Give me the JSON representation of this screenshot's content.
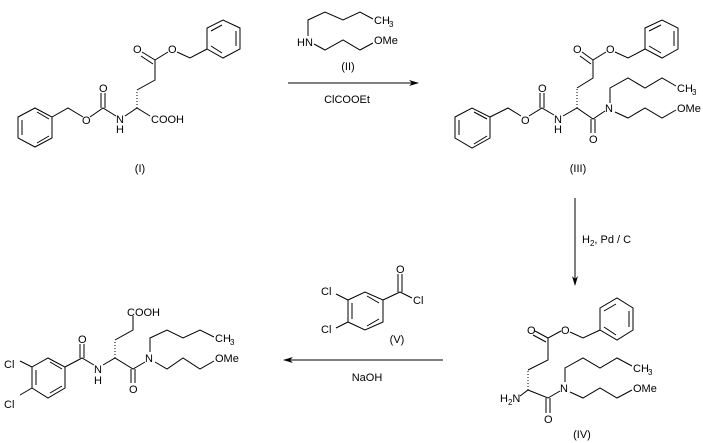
{
  "compounds": {
    "I": {
      "label": "(I)",
      "atoms": {
        "o1": "O",
        "o2": "O",
        "o3": "O",
        "n": "N",
        "h": "H",
        "cooh": "COOH"
      }
    },
    "II": {
      "label": "(II)",
      "atoms": {
        "hn": "HN",
        "ch3": "CH",
        "sub3": "3",
        "ome": "OMe"
      }
    },
    "III": {
      "label": "(III)",
      "atoms": {
        "o1": "O",
        "o2": "O",
        "o3": "O",
        "o4": "O",
        "n": "N",
        "h": "H",
        "n2": "N",
        "ch3": "CH",
        "sub3": "3",
        "ome": "OMe"
      }
    },
    "IV": {
      "label": "(IV)",
      "atoms": {
        "h2n_h": "H",
        "h2n_sub": "2",
        "h2n_n": "N",
        "o1": "O",
        "o2": "O",
        "o4": "O",
        "n2": "N",
        "ch3": "CH",
        "sub3": "3",
        "ome": "OMe"
      }
    },
    "V": {
      "label": "(V)",
      "atoms": {
        "cl1": "Cl",
        "cl2": "Cl",
        "o": "O",
        "cl3": "Cl"
      }
    },
    "VI": {
      "atoms": {
        "cl1": "Cl",
        "cl2": "Cl",
        "o1": "O",
        "n": "N",
        "h": "H",
        "cooh": "COOH",
        "o2": "O",
        "n2": "N",
        "ch3": "CH",
        "sub3": "3",
        "ome": "OMe"
      }
    }
  },
  "reactions": {
    "step1": {
      "reagent": "ClCOOEt"
    },
    "step2": {
      "reagent_main": "H",
      "reagent_sub": "2",
      "reagent_rest": ", Pd / C"
    },
    "step3": {
      "reagent": "NaOH"
    }
  }
}
